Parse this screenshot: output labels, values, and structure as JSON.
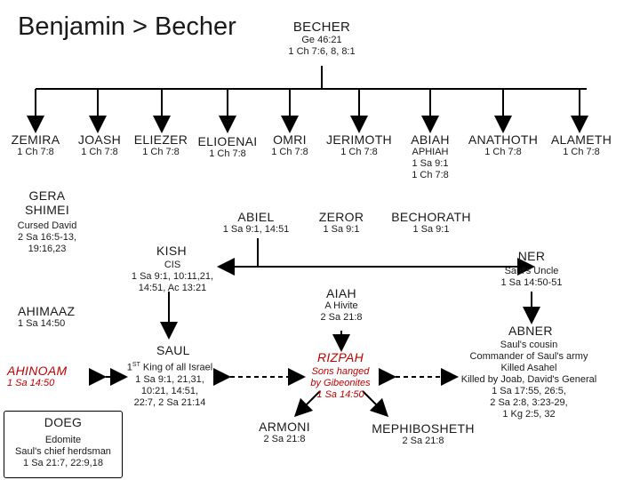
{
  "title": "Benjamin > Becher",
  "root": {
    "name": "BECHER",
    "refs": [
      "Ge 46:21",
      "1 Ch 7:6, 8, 8:1"
    ]
  },
  "sons": [
    {
      "name": "ZEMIRA",
      "ref": "1 Ch 7:8"
    },
    {
      "name": "JOASH",
      "ref": "1 Ch 7:8"
    },
    {
      "name": "ELIEZER",
      "ref": "1 Ch 7:8"
    },
    {
      "name": "ELIOENAI",
      "ref": "1 Ch 7:8"
    },
    {
      "name": "OMRI",
      "ref": "1 Ch 7:8"
    },
    {
      "name": "JERIMOTH",
      "ref": "1 Ch 7:8"
    },
    {
      "name": "ABIAH",
      "refs": [
        "APHIAH",
        "1 Sa 9:1",
        "1 Ch 7:8"
      ]
    },
    {
      "name": "ANATHOTH",
      "ref": "1 Ch 7:8"
    },
    {
      "name": "ALAMETH",
      "ref": "1 Ch 7:8"
    }
  ],
  "gera": {
    "names": [
      "GERA",
      "SHIMEI"
    ],
    "refs": [
      "Cursed David",
      "2 Sa 16:5-13,",
      "19:16,23"
    ]
  },
  "abiel": {
    "name": "ABIEL",
    "ref": "1 Sa 9:1, 14:51"
  },
  "zeror": {
    "name": "ZEROR",
    "ref": "1 Sa 9:1"
  },
  "bechorath": {
    "name": "BECHORATH",
    "ref": "1 Sa 9:1"
  },
  "kish": {
    "name": "KISH",
    "refs": [
      "CIS",
      "1 Sa 9:1, 10:11,21,",
      "14:51, Ac 13:21"
    ]
  },
  "ner": {
    "name": "NER",
    "refs": [
      "Saul's Uncle",
      "1 Sa 14:50-51"
    ]
  },
  "aiah": {
    "name": "AIAH",
    "refs": [
      "A Hivite",
      "2 Sa 21:8"
    ]
  },
  "ahimaaz": {
    "name": "AHIMAAZ",
    "ref": "1 Sa 14:50"
  },
  "abner": {
    "name": "ABNER",
    "refs": [
      "Saul's cousin",
      "Commander of Saul's army",
      "Killed Asahel",
      "Killed by Joab, David's General",
      "1 Sa 17:55, 26:5,",
      "2 Sa 2:8, 3:23-29,",
      "1 Kg 2:5, 32"
    ]
  },
  "saul": {
    "name": "SAUL",
    "ordinal": "1",
    "ordinal_suffix": "ST",
    "refs_first": " King of all Israel",
    "refs": [
      "1 Sa 9:1, 21,31,",
      "10:21, 14:51,",
      "22:7, 2 Sa 21:14"
    ]
  },
  "ahinoam": {
    "name": "AHINOAM",
    "ref": "1 Sa 14:50"
  },
  "rizpah": {
    "name": "RIZPAH",
    "refs": [
      "Sons hanged",
      "by Gibeonites",
      "1 Sa 14:50"
    ]
  },
  "doeg": {
    "name": "DOEG",
    "refs": [
      "Edomite",
      "Saul's chief herdsman",
      "1 Sa 21:7, 22:9,18"
    ]
  },
  "armoni": {
    "name": "ARMONI",
    "ref": "2 Sa 21:8"
  },
  "mephibosheth": {
    "name": "MEPHIBOSHETH",
    "ref": "2 Sa 21:8"
  },
  "colors": {
    "line": "#000000",
    "highlight": "#c00000"
  }
}
